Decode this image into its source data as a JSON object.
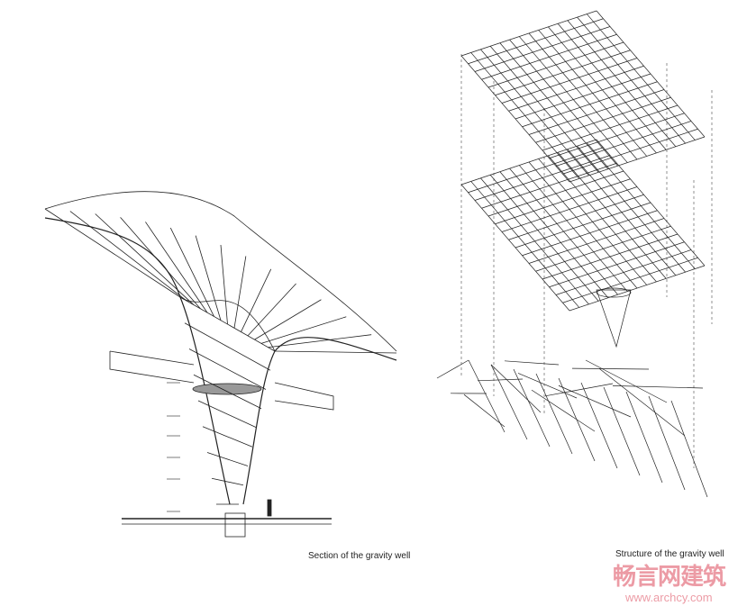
{
  "captions": {
    "left": "Section of the gravity well",
    "right": "Structure of the gravity well"
  },
  "watermark": {
    "logo": "畅言网建筑",
    "url": "www.archcy.com"
  },
  "colors": {
    "line": "#111111",
    "watermark": "#e05a6a"
  }
}
